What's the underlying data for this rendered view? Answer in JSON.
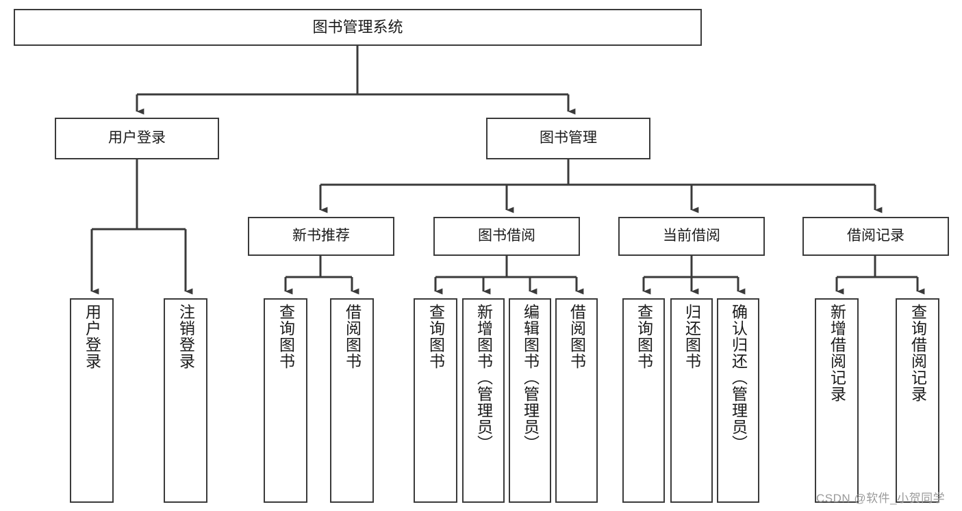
{
  "diagram": {
    "title": "图书管理系统",
    "type": "hierarchy-tree",
    "levels": 4,
    "nodes": {
      "root": {
        "label": "图书管理系统"
      },
      "level2": [
        {
          "id": "user-login",
          "label": "用户登录"
        },
        {
          "id": "book-manage",
          "label": "图书管理"
        }
      ],
      "level3": [
        {
          "id": "new-book-recommend",
          "label": "新书推荐"
        },
        {
          "id": "book-borrow",
          "label": "图书借阅"
        },
        {
          "id": "current-borrow",
          "label": "当前借阅"
        },
        {
          "id": "borrow-record",
          "label": "借阅记录"
        }
      ],
      "leaves": {
        "user_login": [
          {
            "id": "leaf-user-login",
            "label": "用户登录"
          },
          {
            "id": "leaf-logout-login",
            "label": "注销登录"
          }
        ],
        "new_book_recommend": [
          {
            "id": "leaf-query-book-1",
            "label": "查询图书"
          },
          {
            "id": "leaf-borrow-book-1",
            "label": "借阅图书"
          }
        ],
        "book_borrow": [
          {
            "id": "leaf-query-book-2",
            "label": "查询图书"
          },
          {
            "id": "leaf-add-book",
            "label": "新增图书（管理员）"
          },
          {
            "id": "leaf-edit-book",
            "label": "编辑图书（管理员）"
          },
          {
            "id": "leaf-borrow-book-2",
            "label": "借阅图书"
          }
        ],
        "current_borrow": [
          {
            "id": "leaf-query-book-3",
            "label": "查询图书"
          },
          {
            "id": "leaf-return-book",
            "label": "归还图书"
          },
          {
            "id": "leaf-confirm-return",
            "label": "确认归还（管理员）"
          }
        ],
        "borrow_record": [
          {
            "id": "leaf-add-record",
            "label": "新增借阅记录"
          },
          {
            "id": "leaf-query-record",
            "label": "查询借阅记录"
          }
        ]
      }
    },
    "colors": {
      "background": "#ffffff",
      "box_border": "#3a3a3a",
      "box_fill": "#ffffff",
      "text": "#1a1a1a",
      "connector": "#3a3a3a",
      "watermark": "#9a9a9a"
    }
  },
  "watermark": {
    "text": "CSDN @软件_小贺同学"
  }
}
